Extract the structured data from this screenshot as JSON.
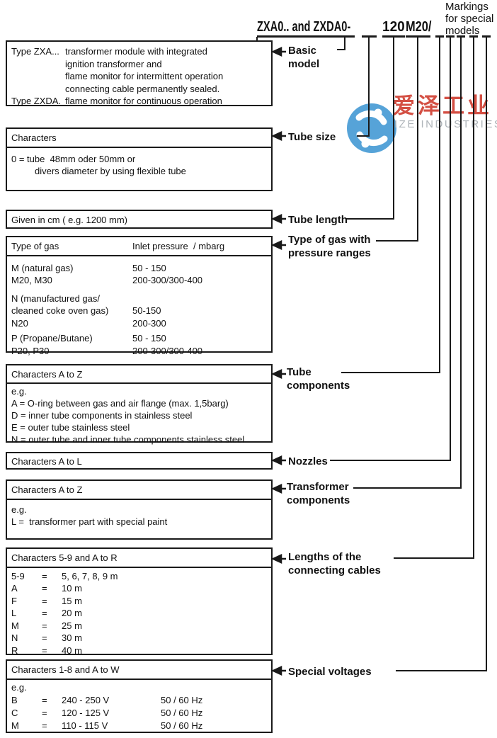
{
  "title": {
    "basic_code": "ZXA0.. and ZXDA0-",
    "tube_length_code": "120",
    "gas_code": "M20/"
  },
  "markings_note": {
    "lines": [
      "Markings",
      "for special",
      "models"
    ]
  },
  "labels": {
    "basic_model": [
      "Basic",
      "model"
    ],
    "tube_size": "Tube size",
    "tube_length": "Tube length",
    "gas": [
      "Type of gas with",
      "pressure ranges"
    ],
    "tube_components": [
      "Tube",
      "components"
    ],
    "nozzles": "Nozzles",
    "transformer_components": [
      "Transformer",
      "components"
    ],
    "cable_lengths": [
      "Lengths of the",
      "connecting cables"
    ],
    "special_voltages": "Special voltages"
  },
  "boxes": {
    "basic": {
      "row1_key": "Type ZXA...",
      "row1_lines": [
        "transformer module with integrated",
        "ignition transformer and",
        "flame monitor for intermittent operation",
        "connecting cable permanently sealed."
      ],
      "row2_key": "Type ZXDA.",
      "row2_text": "flame monitor for continuous operation"
    },
    "tube_size": {
      "header": "Characters",
      "line1": "0 = tube  48mm oder 50mm or",
      "line2": "divers diameter by using flexible tube"
    },
    "tube_length": {
      "text": "Given in cm ( e.g. 1200 mm)"
    },
    "gas": {
      "col1_header": "Type of gas",
      "col2_header": "Inlet pressure  / mbarg",
      "rows": [
        [
          "M (natural gas)",
          "50 - 150"
        ],
        [
          "M20, M30",
          "200-300/300-400"
        ],
        [
          "N (manufactured gas/",
          ""
        ],
        [
          "cleaned coke oven gas)",
          "50-150"
        ],
        [
          "N20",
          "200-300"
        ],
        [
          "P (Propane/Butane)",
          "50 - 150"
        ],
        [
          "P20, P30",
          "200-300/300-400"
        ]
      ]
    },
    "tube_components": {
      "header": "Characters A to Z",
      "lines": [
        "e.g.",
        "A = O-ring between gas and air flange (max. 1,5barg)",
        "D = inner tube components in stainless steel",
        "E = outer tube stainless steel",
        "N = outer tube and inner tube components stainless steel"
      ]
    },
    "nozzles": {
      "header": "Characters A to L"
    },
    "transformer_components": {
      "header": "Characters A to Z",
      "lines": [
        "e.g.",
        "L =  transformer part with special paint"
      ]
    },
    "cable_lengths": {
      "header": "Characters 5-9 and A to R",
      "rows": [
        [
          "5-9",
          "=",
          "5, 6, 7, 8, 9 m"
        ],
        [
          "A",
          "=",
          "10 m"
        ],
        [
          "F",
          "=",
          "15 m"
        ],
        [
          "L",
          "=",
          "20 m"
        ],
        [
          "M",
          "=",
          "25 m"
        ],
        [
          "N",
          "=",
          "30 m"
        ],
        [
          "R",
          "=",
          "40 m"
        ]
      ]
    },
    "special_voltages": {
      "header": "Characters 1-8 and A to W",
      "example_label": "e.g.",
      "rows": [
        [
          "B",
          "=",
          "240 - 250 V",
          "50 / 60 Hz"
        ],
        [
          "C",
          "=",
          "120 - 125 V",
          "50 / 60 Hz"
        ],
        [
          "M",
          "=",
          "110 - 115 V",
          "50 / 60 Hz"
        ]
      ]
    }
  },
  "watermark": {
    "cn": "爱泽工业",
    "en": "IZE INDUSTRIES",
    "logo_color": "#4E9FD6",
    "cn_color": "#D2473B",
    "en_color": "#A9AFB5",
    "line_color": "#1a1a1a"
  }
}
